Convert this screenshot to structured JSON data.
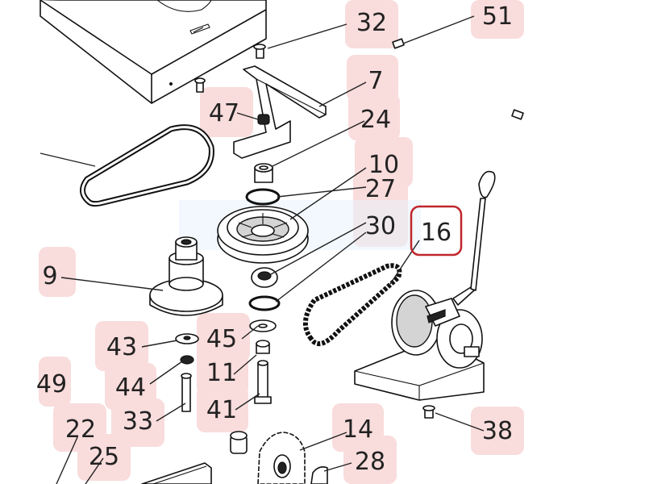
{
  "diagram": {
    "highlight_color": "#c0272d",
    "badge_color": "#f9dcdc",
    "labels": {
      "p32": "32",
      "p51": "51",
      "p7": "7",
      "p47": "47",
      "p24": "24",
      "p10": "10",
      "p27": "27",
      "p30": "30",
      "p16": "16",
      "p9": "9",
      "p45": "45",
      "p43": "43",
      "p11": "11",
      "p49": "49",
      "p44": "44",
      "p41": "41",
      "p33": "33",
      "p22": "22",
      "p14": "14",
      "p38": "38",
      "p25": "25",
      "p28": "28"
    },
    "highlighted_part": "16"
  }
}
